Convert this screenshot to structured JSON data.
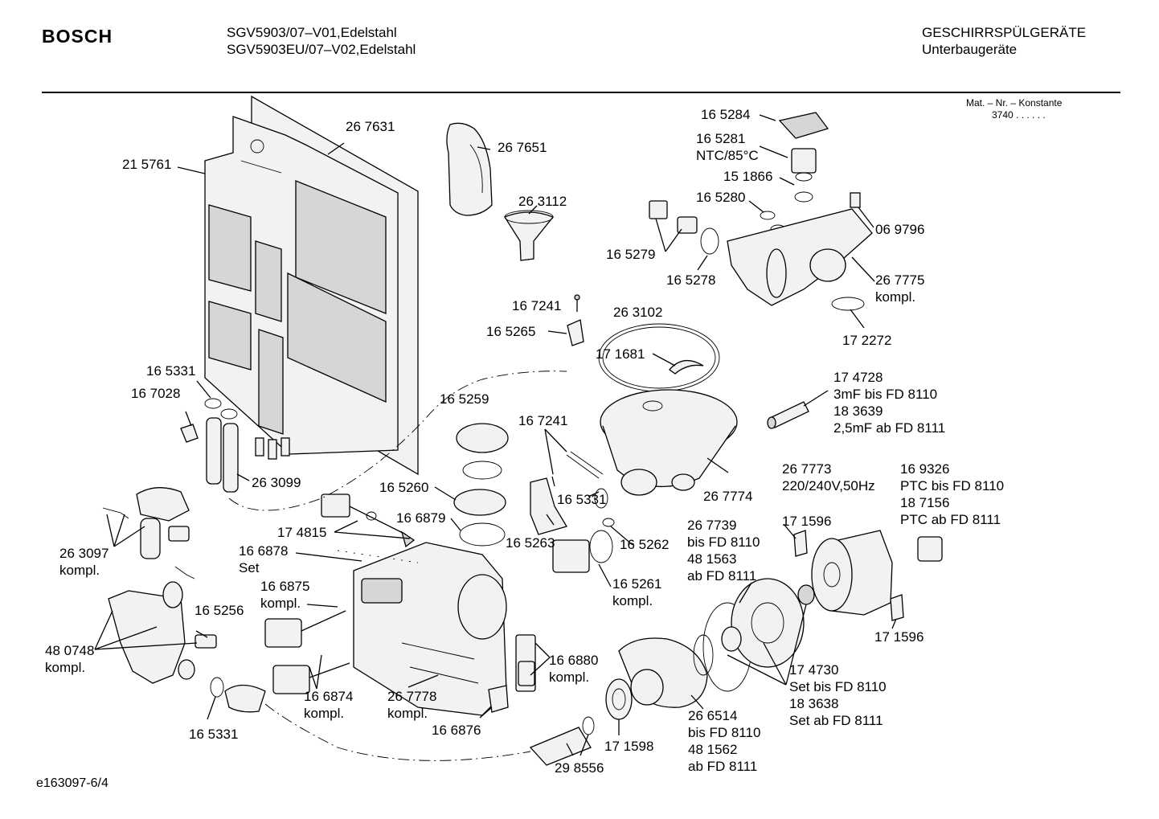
{
  "header": {
    "brand": "BOSCH",
    "model_line_1": "SGV5903/07–V01,Edelstahl",
    "model_line_2": "SGV5903EU/07–V02,Edelstahl",
    "category_line_1": "GESCHIRRSPÜLGERÄTE",
    "category_line_2": "Unterbaugeräte",
    "mat_label": "Mat. – Nr. – Konstante",
    "mat_value": "3740  .  .    .  .  .  ."
  },
  "footer": {
    "drawing_id": "e163097-6/4"
  },
  "labels": [
    {
      "id": "l01",
      "lines": [
        "26 7631"
      ]
    },
    {
      "id": "l02",
      "lines": [
        "21 5761"
      ]
    },
    {
      "id": "l03",
      "lines": [
        "26 7651"
      ]
    },
    {
      "id": "l04",
      "lines": [
        "26 3112"
      ]
    },
    {
      "id": "l05",
      "lines": [
        "16 5284"
      ]
    },
    {
      "id": "l06",
      "lines": [
        "16 5281",
        "NTC/85°C"
      ]
    },
    {
      "id": "l07",
      "lines": [
        "15 1866"
      ]
    },
    {
      "id": "l08",
      "lines": [
        "16 5280"
      ]
    },
    {
      "id": "l09",
      "lines": [
        "06 9796"
      ]
    },
    {
      "id": "l10",
      "lines": [
        "16 5279"
      ]
    },
    {
      "id": "l11",
      "lines": [
        "16 5278"
      ]
    },
    {
      "id": "l12",
      "lines": [
        "26 7775",
        "kompl."
      ]
    },
    {
      "id": "l13",
      "lines": [
        "17 2272"
      ]
    },
    {
      "id": "l14",
      "lines": [
        "16 7241"
      ]
    },
    {
      "id": "l15",
      "lines": [
        "26 3102"
      ]
    },
    {
      "id": "l16",
      "lines": [
        "16 5265"
      ]
    },
    {
      "id": "l17",
      "lines": [
        "17 1681"
      ]
    },
    {
      "id": "l18",
      "lines": [
        "17 4728",
        "3mF  bis FD 8110",
        "18 3639",
        "2,5mF  ab FD 8111"
      ]
    },
    {
      "id": "l19",
      "lines": [
        "16 5331"
      ]
    },
    {
      "id": "l20",
      "lines": [
        "16 7028"
      ]
    },
    {
      "id": "l21",
      "lines": [
        "16 5259"
      ]
    },
    {
      "id": "l22",
      "lines": [
        "16 7241"
      ]
    },
    {
      "id": "l23",
      "lines": [
        "26 3099"
      ]
    },
    {
      "id": "l24",
      "lines": [
        "16 5260"
      ]
    },
    {
      "id": "l25",
      "lines": [
        "16 5331"
      ]
    },
    {
      "id": "l26",
      "lines": [
        "26 7774"
      ]
    },
    {
      "id": "l27",
      "lines": [
        "26 7773",
        "220/240V,50Hz"
      ]
    },
    {
      "id": "l28",
      "lines": [
        "16 9326",
        "PTC bis FD 8110",
        "18 7156",
        "PTC ab FD 8111"
      ]
    },
    {
      "id": "l29",
      "lines": [
        "16 6879"
      ]
    },
    {
      "id": "l30",
      "lines": [
        "16 5263"
      ]
    },
    {
      "id": "l31",
      "lines": [
        "16 5262"
      ]
    },
    {
      "id": "l32",
      "lines": [
        "17 4815"
      ]
    },
    {
      "id": "l33",
      "lines": [
        "26 7739",
        "bis FD 8110",
        "48 1563",
        "ab FD 8111"
      ]
    },
    {
      "id": "l34",
      "lines": [
        "17 1596"
      ]
    },
    {
      "id": "l35",
      "lines": [
        "26 3097",
        "kompl."
      ]
    },
    {
      "id": "l36",
      "lines": [
        "16 6878",
        "Set"
      ]
    },
    {
      "id": "l37",
      "lines": [
        "16 5261",
        "kompl."
      ]
    },
    {
      "id": "l38",
      "lines": [
        "16 6875",
        "kompl."
      ]
    },
    {
      "id": "l39",
      "lines": [
        "16 5256"
      ]
    },
    {
      "id": "l40",
      "lines": [
        "48 0748",
        "kompl."
      ]
    },
    {
      "id": "l41",
      "lines": [
        "17 1596"
      ]
    },
    {
      "id": "l42",
      "lines": [
        "16 6880",
        "kompl."
      ]
    },
    {
      "id": "l43",
      "lines": [
        "17 4730",
        "Set bis FD 8110",
        "18 3638",
        "Set ab FD 8111"
      ]
    },
    {
      "id": "l44",
      "lines": [
        "16 6874",
        "kompl."
      ]
    },
    {
      "id": "l45",
      "lines": [
        "26 7778",
        "kompl."
      ]
    },
    {
      "id": "l46",
      "lines": [
        "16 6876"
      ]
    },
    {
      "id": "l47",
      "lines": [
        "16 5331"
      ]
    },
    {
      "id": "l48",
      "lines": [
        "17 1598"
      ]
    },
    {
      "id": "l49",
      "lines": [
        "26 6514",
        "bis FD 8110",
        "48 1562",
        "ab FD 8111"
      ]
    },
    {
      "id": "l50",
      "lines": [
        "29 8556"
      ]
    }
  ]
}
